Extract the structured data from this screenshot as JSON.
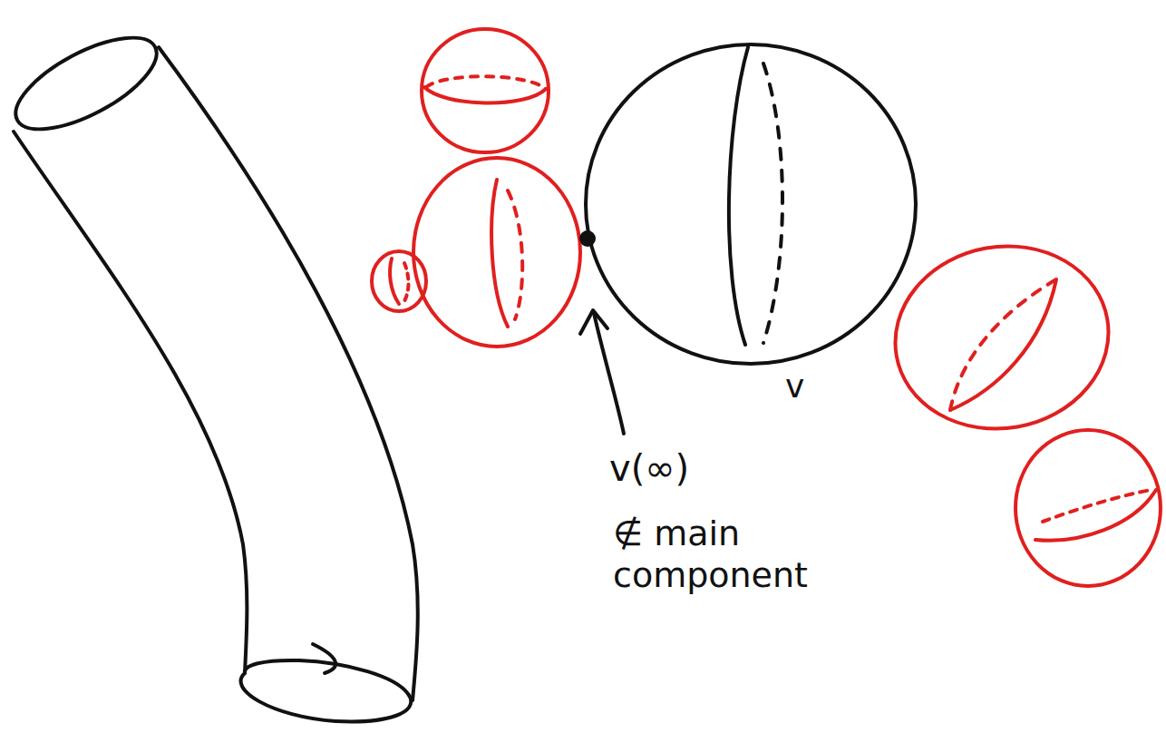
{
  "diagram": {
    "labels": [
      "v(∞)",
      "∉ main component",
      "v"
    ]
  }
}
